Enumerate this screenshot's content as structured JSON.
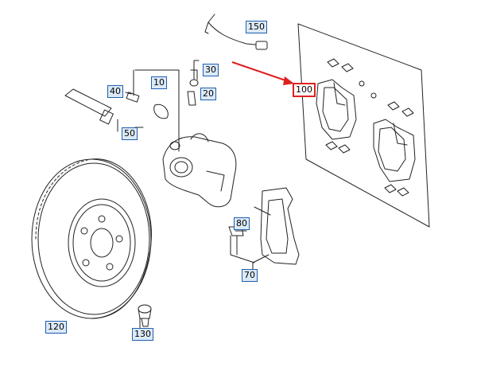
{
  "diagram": {
    "callouts": [
      {
        "id": "150",
        "label": "150"
      },
      {
        "id": "30",
        "label": "30"
      },
      {
        "id": "100",
        "label": "100",
        "highlighted": true
      },
      {
        "id": "40",
        "label": "40"
      },
      {
        "id": "10",
        "label": "10"
      },
      {
        "id": "20",
        "label": "20"
      },
      {
        "id": "50",
        "label": "50"
      },
      {
        "id": "80",
        "label": "80"
      },
      {
        "id": "70",
        "label": "70"
      },
      {
        "id": "120",
        "label": "120"
      },
      {
        "id": "130",
        "label": "130"
      }
    ],
    "colors": {
      "callout_border": "#1f5fb0",
      "callout_fill": "#dbe9f7",
      "highlight": "#e02020",
      "line_art": "#222222"
    },
    "icons": {
      "arrow": "red-pointer-arrow"
    }
  }
}
